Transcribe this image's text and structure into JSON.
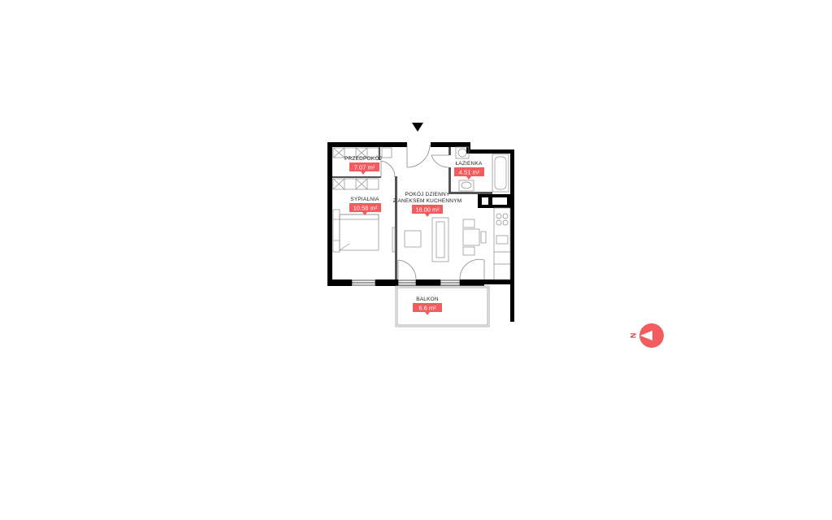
{
  "rooms": {
    "hall": {
      "name": "PRZEDPOKÓJ",
      "area": "7.07 m²"
    },
    "bathroom": {
      "name": "ŁAZIENKA",
      "area": "4.51 m²"
    },
    "bedroom": {
      "name": "SYPIALNIA",
      "area": "10.58 m²"
    },
    "living": {
      "name_line1": "POKÓJ DZIENNY",
      "name_line2": "Z ANEKSEM KUCHENNYM",
      "area": "18.00 m²"
    },
    "balcony": {
      "name": "BALKON",
      "area": "6.6 m²"
    }
  },
  "compass": {
    "letter": "N"
  },
  "colors": {
    "wall": "#000000",
    "accent": "#f25c5f",
    "furniture": "#8a8a8a"
  },
  "icons": {
    "entrance": "entrance-arrow-icon",
    "compass": "compass-icon"
  }
}
